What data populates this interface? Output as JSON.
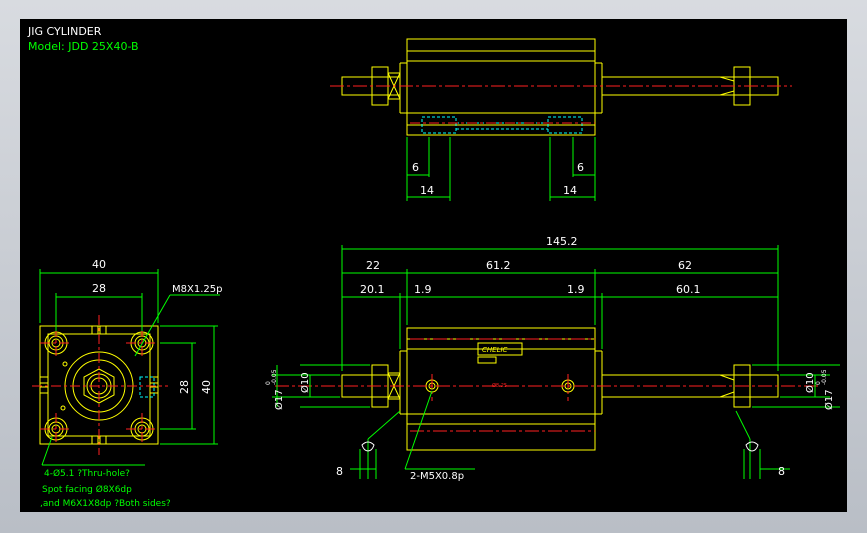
{
  "title_block": {
    "title": "JIG CYLINDER",
    "model": "Model: JDD 25X40-B"
  },
  "top_view": {
    "dims": [
      "6",
      "14",
      "6",
      "14"
    ]
  },
  "end_view": {
    "dims": [
      "40",
      "28",
      "28",
      "40"
    ],
    "callout_thread": "M8X1.25p",
    "note_lines": [
      "4-Ø5.1 ?Thru-hole?",
      "Spot facing  Ø8X6dp",
      ",and M6X1X8dp ?Both sides?"
    ]
  },
  "side_view": {
    "dims": [
      "145.2",
      "22",
      "61.2",
      "62",
      "20.1",
      "1.9",
      "1.9",
      "60.1",
      "8",
      "8"
    ],
    "port_callout": "2-M5X0.8p",
    "brand_label": "CHELIC",
    "left_dia": "Ø10",
    "left_dia2": "Ø17",
    "left_tol": "-0.05",
    "left_tol0": "0",
    "right_dia": "Ø10",
    "right_dia2": "Ø17",
    "right_tol": "-0.05",
    "right_tol0": "0",
    "center_mark": "Ø8.25"
  },
  "colors": {
    "background": "#000000",
    "outline": "#ffff00",
    "dimension": "#00ff00",
    "centerline": "#ff2020",
    "hidden": "#00ffff",
    "note_text": "#00ff00",
    "title_text": "#ffffff"
  }
}
